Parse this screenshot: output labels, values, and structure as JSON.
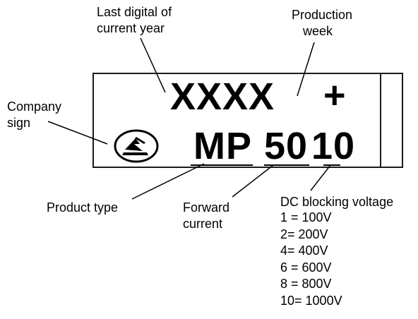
{
  "labels": {
    "year": [
      "Last digital of",
      "current year"
    ],
    "week": [
      "Production",
      "week"
    ],
    "company": [
      "Company",
      "sign"
    ],
    "product_type": "Product type",
    "forward": [
      "Forward",
      "current"
    ],
    "dc_title": "DC blocking voltage"
  },
  "marking": {
    "line1": "XXXX",
    "plus": "+",
    "product_code": "MP",
    "current_code": "50",
    "voltage_code": "10"
  },
  "voltage_codes": [
    "1 = 100V",
    "2= 200V",
    "4= 400V",
    "6 = 600V",
    "8 = 800V",
    "10= 1000V"
  ]
}
